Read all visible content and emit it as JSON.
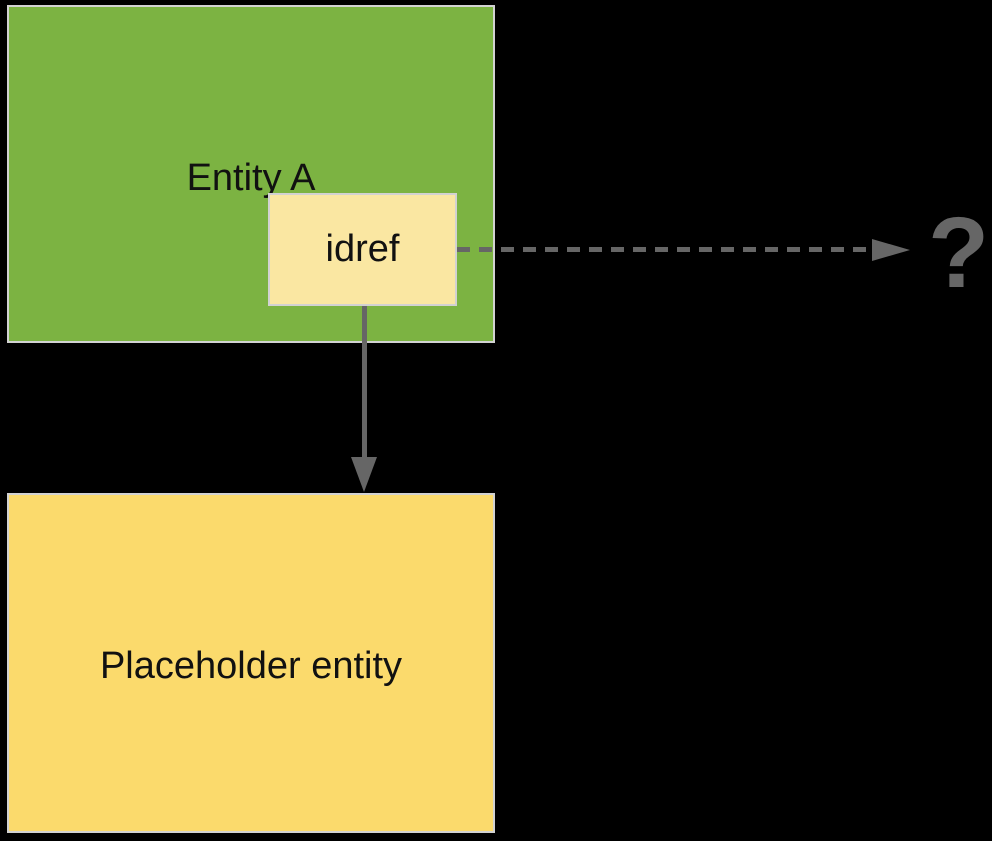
{
  "diagram": {
    "background_color": "#000000",
    "entity_a": {
      "label": "Entity A",
      "fill": "#7CB342",
      "border": "#D2D2D2"
    },
    "idref": {
      "label": "idref",
      "fill": "#FAE7A2",
      "border": "#D2D2D2"
    },
    "placeholder": {
      "label": "Placeholder entity",
      "fill": "#FBDA6C",
      "border": "#D2D2D2"
    },
    "unknown_target": {
      "label": "?",
      "color": "#666666"
    },
    "arrows": {
      "color": "#666666",
      "dashed_arrow": "idref to unknown (right)",
      "solid_arrow": "idref to placeholder (down)"
    }
  }
}
